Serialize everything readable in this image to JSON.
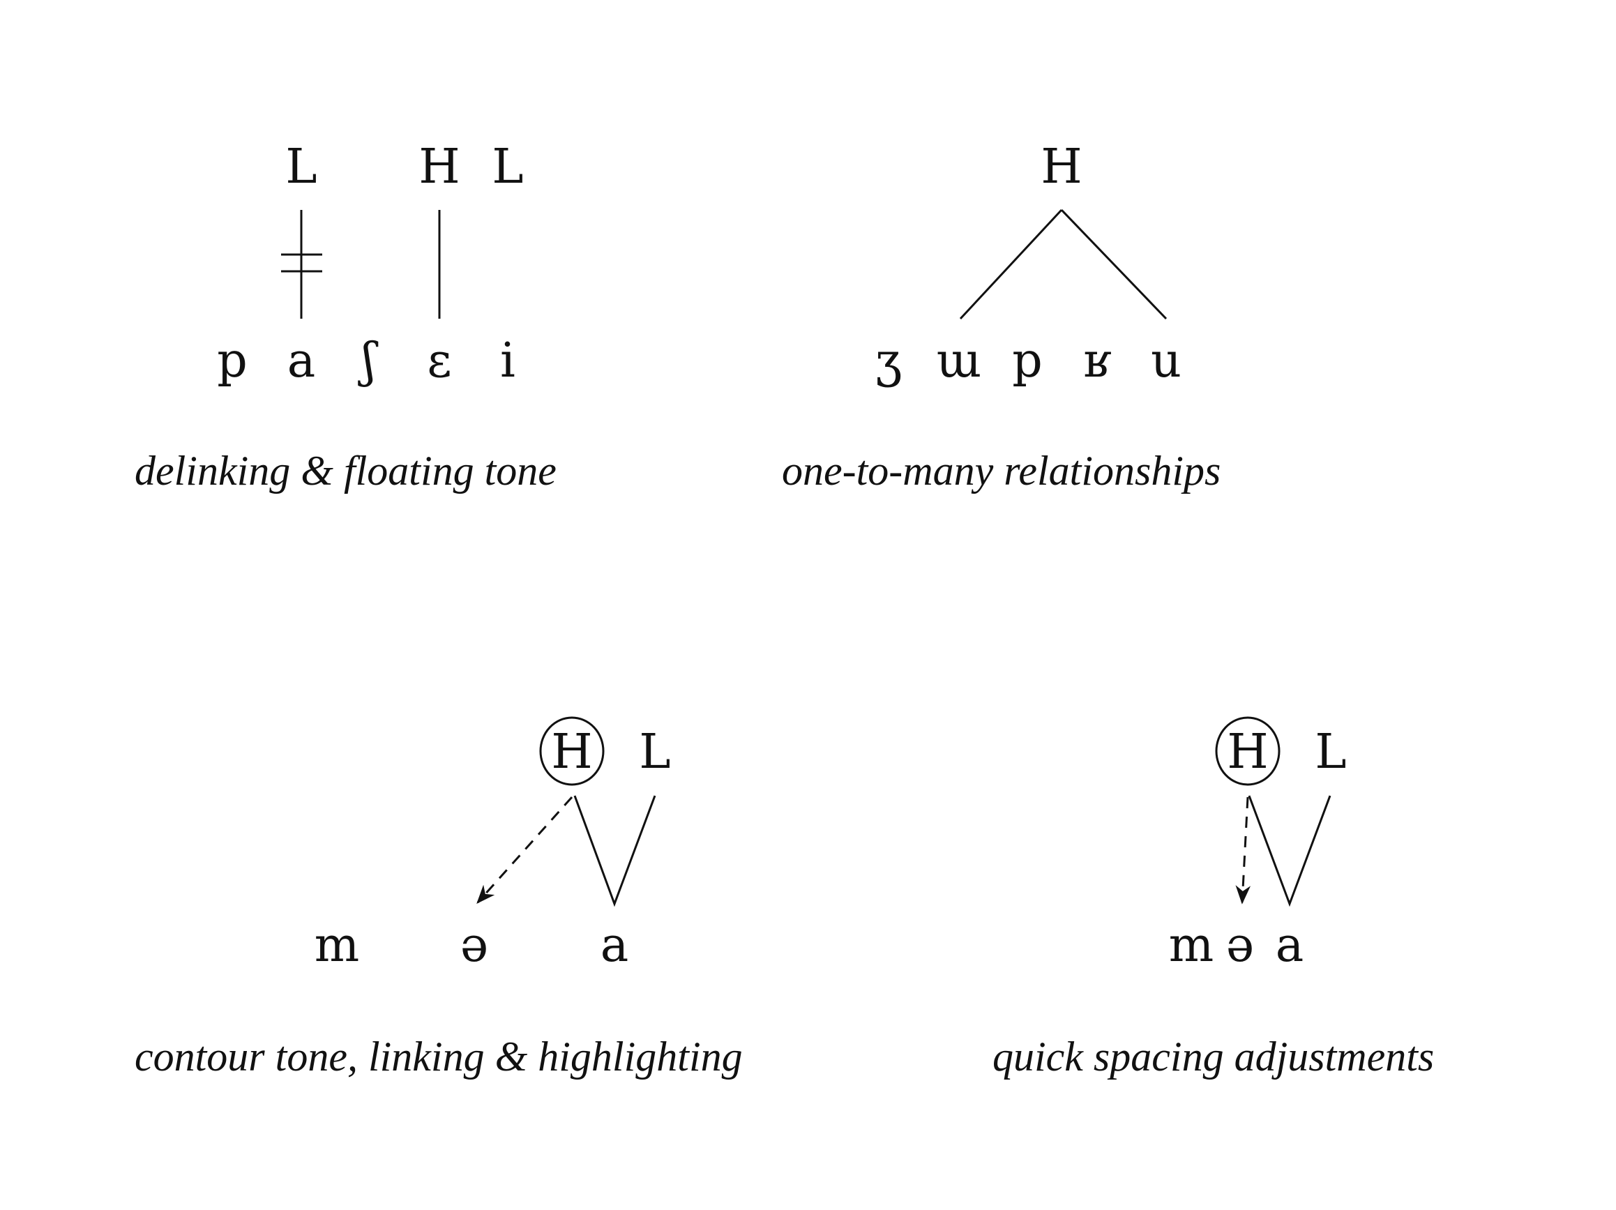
{
  "panels": [
    {
      "tones": [
        "L",
        "H",
        "L"
      ],
      "segments": [
        "p",
        "a",
        "ʃ",
        "ɛ",
        "i"
      ],
      "caption": "delinking & floating tone"
    },
    {
      "tones": [
        "H"
      ],
      "segments": [
        "ʒ",
        "ɯ",
        "p",
        "ʁ",
        "u"
      ],
      "caption": "one-to-many relationships"
    },
    {
      "tones": [
        "H",
        "L"
      ],
      "segments": [
        "m",
        "ə",
        "a"
      ],
      "caption": "contour tone, linking & highlighting"
    },
    {
      "tones": [
        "H",
        "L"
      ],
      "segments": [
        "m",
        "ə",
        "a"
      ],
      "caption": "quick spacing adjustments"
    }
  ]
}
